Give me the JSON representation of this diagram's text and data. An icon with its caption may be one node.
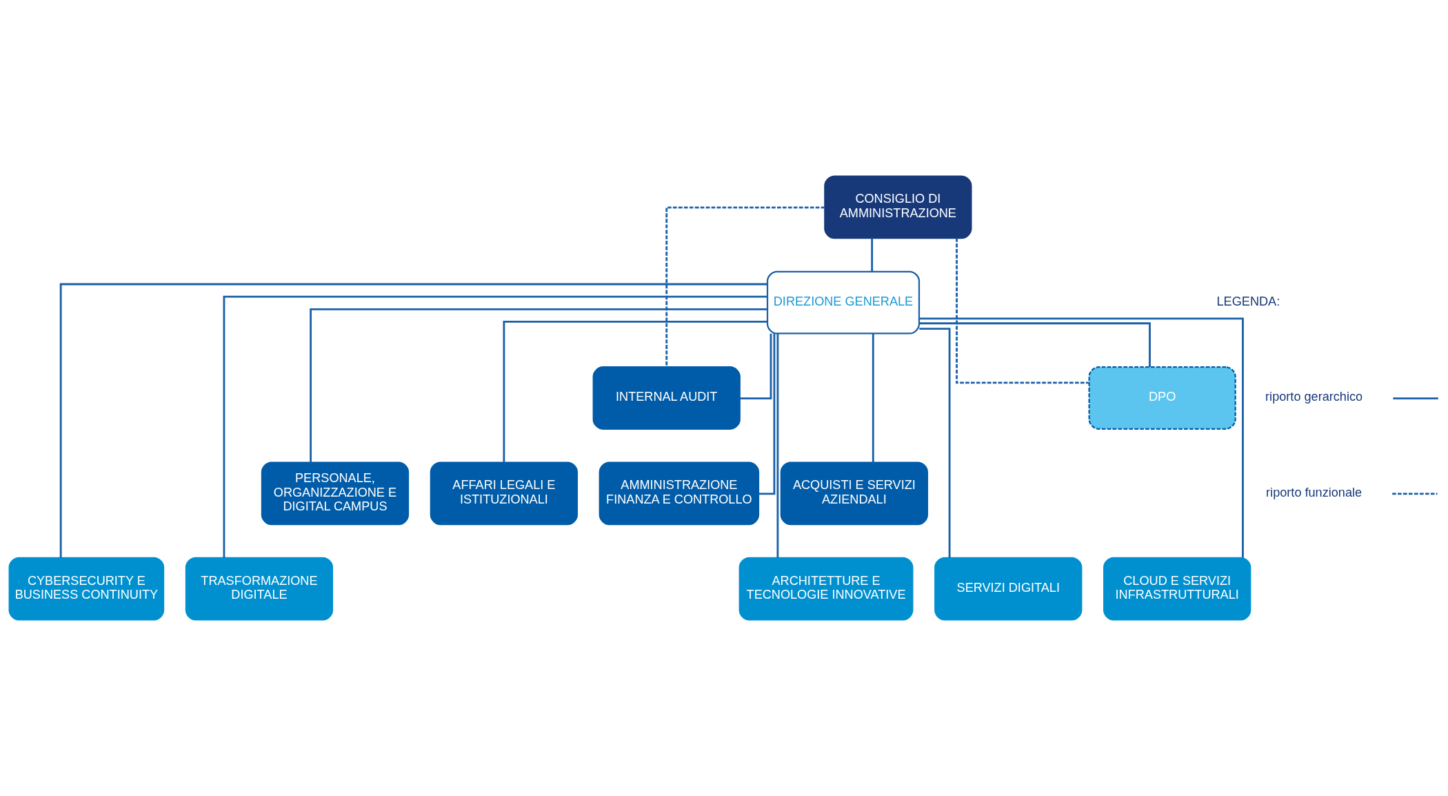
{
  "diagram": {
    "nodes": [
      {
        "text": [
          "CONSIGLIO DI AMMINISTRAZIONE"
        ]
      },
      {
        "text": [
          "DIREZIONE GENERALE"
        ]
      },
      {
        "text": [
          "INTERNAL AUDIT"
        ]
      },
      {
        "text": [
          "DPO"
        ]
      },
      {
        "text": [
          "AFFARI LEGALI E ISTITUZIONALI"
        ]
      },
      {
        "text": [
          "ACQUISTI E SERVIZI AZIENDALI"
        ]
      },
      {
        "text": [
          "PERSONALE, ORGANIZZAZIONE E DIGITAL CAMPUS"
        ]
      },
      {
        "text": [
          "AMMINISTRAZIONE FINANZA E CONTROLLO"
        ]
      },
      {
        "text": [
          "TRASFORMAZIONE DIGITALE"
        ]
      },
      {
        "text": [
          "ARCHITETTURE E TECNOLOGIE INNOVATIVE"
        ]
      },
      {
        "text": [
          "SERVIZI DIGITALI"
        ]
      },
      {
        "text": [
          "CLOUD E SERVIZI INFRASTRUTTURALI"
        ]
      },
      {
        "text": [
          "CYBERSECURITY E BUSINESS CONTINUITY"
        ]
      }
    ],
    "edges": [
      {
        "from": 0,
        "to": 1,
        "arrow": "none"
      },
      {
        "from": 0,
        "to": 2,
        "arrow": "none",
        "style": "dashed"
      },
      {
        "from": 0,
        "to": 3,
        "arrow": "none",
        "style": "dashed"
      },
      {
        "from": 1,
        "to": 2,
        "arrow": "none"
      },
      {
        "from": 1,
        "to": 3,
        "arrow": "none"
      },
      {
        "from": 1,
        "to": 4,
        "arrow": "none"
      },
      {
        "from": 1,
        "to": 5,
        "arrow": "none"
      },
      {
        "from": 1,
        "to": 6,
        "arrow": "none"
      },
      {
        "from": 1,
        "to": 7,
        "arrow": "none"
      },
      {
        "from": 1,
        "to": 8,
        "arrow": "none"
      },
      {
        "from": 1,
        "to": 9,
        "arrow": "none"
      },
      {
        "from": 1,
        "to": 10,
        "arrow": "none"
      },
      {
        "from": 1,
        "to": 11,
        "arrow": "none"
      },
      {
        "from": 1,
        "to": 12,
        "arrow": "none"
      }
    ],
    "labels": [
      "LEGENDA:"
    ],
    "legend": [
      {
        "text": "riporto gerarchico"
      },
      {
        "text": "riporto funzionale"
      }
    ]
  }
}
